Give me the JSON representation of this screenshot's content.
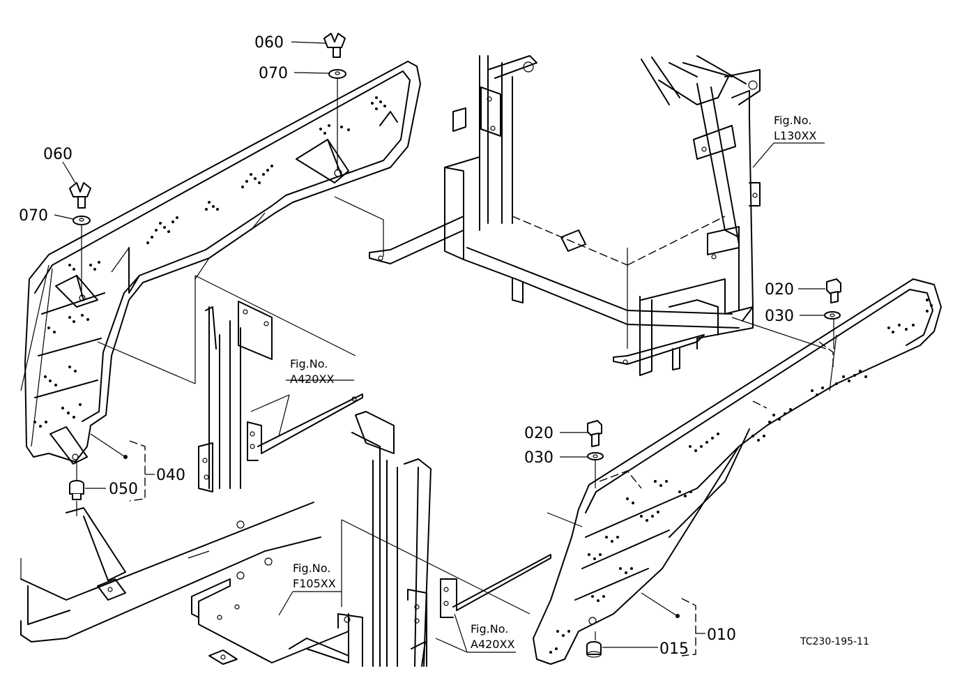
{
  "parts": [
    {
      "id": "p060a",
      "label": "060"
    },
    {
      "id": "p070a",
      "label": "070"
    },
    {
      "id": "p060b",
      "label": "060"
    },
    {
      "id": "p070b",
      "label": "070"
    },
    {
      "id": "p040",
      "label": "040"
    },
    {
      "id": "p050",
      "label": "050"
    },
    {
      "id": "p020a",
      "label": "020"
    },
    {
      "id": "p030a",
      "label": "030"
    },
    {
      "id": "p020b",
      "label": "020"
    },
    {
      "id": "p030b",
      "label": "030"
    },
    {
      "id": "p010",
      "label": "010"
    },
    {
      "id": "p015",
      "label": "015"
    }
  ],
  "figure_refs": [
    {
      "line1": "Fig.No.",
      "line2": "L130XX"
    },
    {
      "line1": "Fig.No.",
      "line2": "A420XX"
    },
    {
      "line1": "Fig.No.",
      "line2": "F105XX"
    },
    {
      "line1": "Fig.No.",
      "line2": "A420XX"
    }
  ],
  "drawing_code": "TC230-195-11"
}
